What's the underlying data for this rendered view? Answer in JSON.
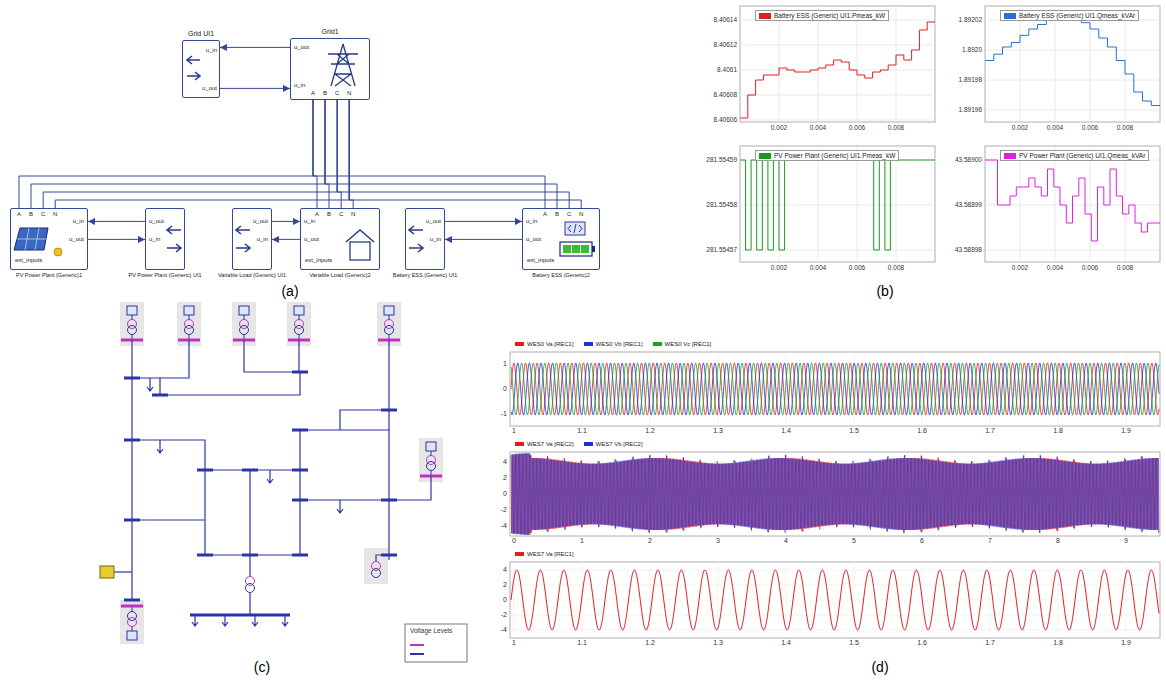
{
  "diagram": {
    "nodes": [
      {
        "text": [
          "Grid UI1",
          "u_in",
          "u_out"
        ]
      },
      {
        "text": [
          "Grid1",
          "u_out",
          "u_in",
          "A",
          "B",
          "C",
          "N"
        ]
      },
      {
        "text": [
          "PV Power Plant (Generic)1",
          "A",
          "B",
          "C",
          "N",
          "u_in",
          "u_out",
          "ext_inputs"
        ]
      },
      {
        "text": [
          "PV Power Plant (Generic) UI1",
          "u_out",
          "u_in"
        ]
      },
      {
        "text": [
          "Variable Load (Generic) UI1",
          "u_out",
          "u_in"
        ]
      },
      {
        "text": [
          "Variable Load (Generic)2",
          "A",
          "B",
          "C",
          "N",
          "u_in",
          "u_out",
          "ext_inputs"
        ]
      },
      {
        "text": [
          "Battery ESS (Generic) UI1",
          "u_out",
          "u_in"
        ]
      },
      {
        "text": [
          "Battery ESS (Generic)2",
          "A",
          "B",
          "C",
          "N",
          "u_in",
          "u_out",
          "ext_inputs"
        ]
      }
    ],
    "edges": [
      {
        "from": 1,
        "to": 0,
        "arrow": "to"
      },
      {
        "from": 0,
        "to": 1,
        "arrow": "to"
      },
      {
        "from": 3,
        "to": 2,
        "arrow": "to"
      },
      {
        "from": 2,
        "to": 3,
        "arrow": "to"
      },
      {
        "from": 4,
        "to": 5,
        "arrow": "to"
      },
      {
        "from": 5,
        "to": 4,
        "arrow": "to"
      },
      {
        "from": 6,
        "to": 7,
        "arrow": "to"
      },
      {
        "from": 7,
        "to": 6,
        "arrow": "to"
      },
      {
        "from": 1,
        "to": 2,
        "arrow": "none"
      },
      {
        "from": 1,
        "to": 2,
        "arrow": "none"
      },
      {
        "from": 1,
        "to": 2,
        "arrow": "none"
      },
      {
        "from": 1,
        "to": 2,
        "arrow": "none"
      },
      {
        "from": 1,
        "to": 5,
        "arrow": "none"
      },
      {
        "from": 1,
        "to": 5,
        "arrow": "none"
      },
      {
        "from": 1,
        "to": 5,
        "arrow": "none"
      },
      {
        "from": 1,
        "to": 5,
        "arrow": "none"
      },
      {
        "from": 1,
        "to": 7,
        "arrow": "none"
      },
      {
        "from": 1,
        "to": 7,
        "arrow": "none"
      },
      {
        "from": 1,
        "to": 7,
        "arrow": "none"
      },
      {
        "from": 1,
        "to": 7,
        "arrow": "none"
      }
    ],
    "labels": [
      "(a)",
      "(b)",
      "(c)",
      "(d)",
      "8.40614",
      "8.40612",
      "8.4061",
      "8.40608",
      "8.40606",
      "0.002",
      "0.004",
      "0.006",
      "0.008",
      "1.89202",
      "1.8920",
      "1.89198",
      "1.89196",
      "0.002",
      "0.004",
      "0.006",
      "0.008",
      "281.55459",
      "281.55458",
      "281.55457",
      "0.002",
      "0.004",
      "0.006",
      "0.008",
      "43.58900",
      "43.58899",
      "43.58898",
      "0.002",
      "0.004",
      "0.006",
      "0.008",
      "Voltage Levels",
      "1",
      "1.1",
      "1.2",
      "1.3",
      "1.4",
      "1.5",
      "1.6",
      "1.7",
      "1.8",
      "1.9",
      "1",
      "0",
      "-1",
      "0",
      "1",
      "2",
      "3",
      "4",
      "5",
      "6",
      "7",
      "8",
      "9",
      "4",
      "2",
      "0",
      "-2",
      "-4",
      "1",
      "1.1",
      "1.2",
      "1.3",
      "1.4",
      "1.5",
      "1.6",
      "1.7",
      "1.8",
      "1.9",
      "4",
      "2",
      "0",
      "-2",
      "-4"
    ],
    "legend": [
      {
        "text": "Battery ESS (Generic) UI1.Pmeas_kW",
        "color": "#e02020"
      },
      {
        "text": "Battery ESS (Generic) UI1.Qmeas_kVAr",
        "color": "#2a6fd6"
      },
      {
        "text": "PV Power Plant (Generic) UI1.Pmeas_kW",
        "color": "#1a9a1a"
      },
      {
        "text": "PV Power Plant (Generic) UI1.Qmeas_kVAr",
        "color": "#e020e0"
      },
      {
        "text": "WES0 Va [REC1]",
        "color": "#e02020"
      },
      {
        "text": "WES0 Vb [REC1]",
        "color": "#2030d0"
      },
      {
        "text": "WES0 Vc [REC1]",
        "color": "#20a020"
      },
      {
        "text": "WES7 Va [REC2]",
        "color": "#e02020"
      },
      {
        "text": "WES7 Vb [REC2]",
        "color": "#2030d0"
      },
      {
        "text": "WES7 Va [REC1]",
        "color": "#e02020"
      }
    ]
  }
}
